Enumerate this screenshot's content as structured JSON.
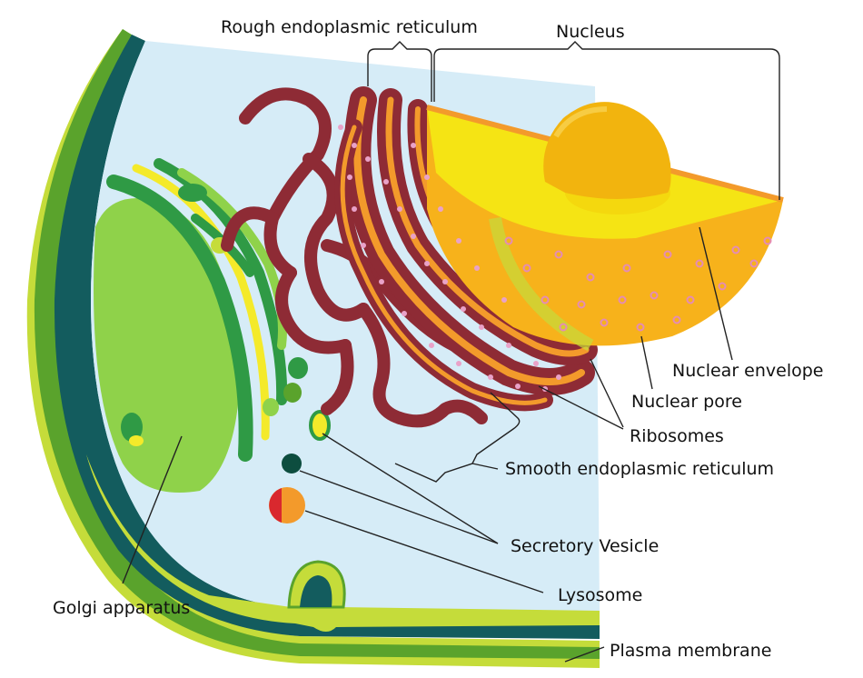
{
  "labels": {
    "rough_er": "Rough endoplasmic reticulum",
    "nucleus": "Nucleus",
    "nuclear_envelope": "Nuclear envelope",
    "nuclear_pore": "Nuclear pore",
    "ribosomes": "Ribosomes",
    "smooth_er": "Smooth endoplasmic reticulum",
    "secretory_vesicle": "Secretory Vesicle",
    "lysosome": "Lysosome",
    "golgi": "Golgi apparatus",
    "plasma_membrane": "Plasma membrane"
  },
  "colors": {
    "cytoplasm": "#d6ecf7",
    "cell_wall_dark": "#135c5e",
    "membrane_green": "#5aa32c",
    "membrane_lime": "#c5dc3a",
    "golgi_light": "#8fd24a",
    "golgi_dark": "#2f9a45",
    "golgi_yellow": "#f4ea2a",
    "er_maroon": "#8e2b35",
    "er_orange": "#f39a2b",
    "nucleus_yellow": "#f5e414",
    "nucleus_orange": "#f7b21b",
    "nucleolus": "#f2b40e",
    "ribosome_pink": "#e9a2c8",
    "lysosome_red": "#d9282e",
    "vesicle_dark": "#0d4d3f"
  }
}
